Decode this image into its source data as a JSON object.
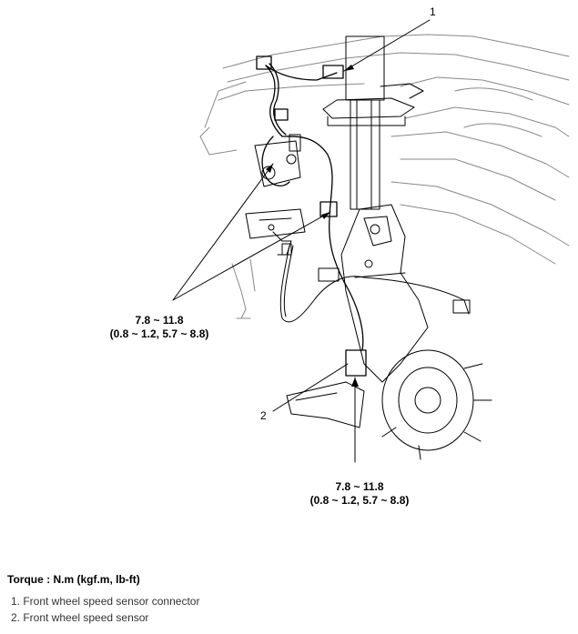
{
  "callouts": {
    "connector_number": "1",
    "sensor_number": "2"
  },
  "torque_values": {
    "upper": {
      "value": "7.8 ~ 11.8",
      "units_alt": "(0.8 ~ 1.2, 5.7 ~ 8.8)"
    },
    "lower": {
      "value": "7.8 ~ 11.8",
      "units_alt": "(0.8 ~ 1.2, 5.7 ~ 8.8)"
    }
  },
  "torque_heading": "Torque : N.m (kgf.m, lb-ft)",
  "legend": [
    "1. Front wheel speed sensor connector",
    "2. Front wheel speed sensor"
  ]
}
